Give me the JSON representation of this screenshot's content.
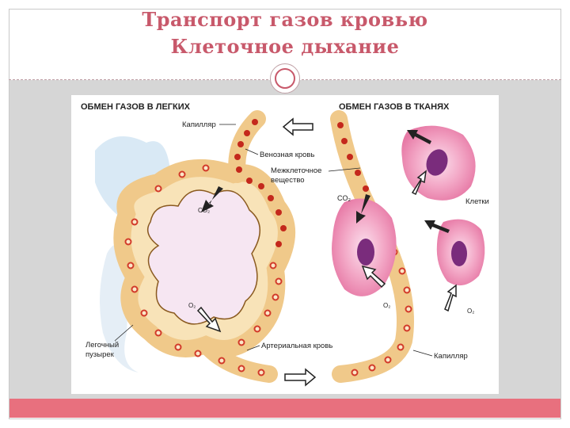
{
  "slide": {
    "title_line1": "Транспорт газов кровью",
    "title_line2": "Клеточное дыхание"
  },
  "diagram": {
    "left_heading": "ОБМЕН ГАЗОВ В ЛЕГКИХ",
    "right_heading": "ОБМЕН ГАЗОВ В ТКАНЯХ",
    "labels": {
      "capillary_top": "Капилляр",
      "venous_blood": "Венозная кровь",
      "intercellular_1": "Межклеточное",
      "intercellular_2": "вещество",
      "co2_lung": "CO₂",
      "o2_lung": "O₂",
      "co2_tissue": "CO₂",
      "o2_tissue_1": "O₂",
      "o2_tissue_2": "O₂",
      "cells": "Клетки",
      "alveolus_1": "Легочный",
      "alveolus_2": "пузырек",
      "arterial_blood": "Артериальная кровь",
      "capillary_bottom": "Капилляр"
    },
    "colors": {
      "capillary_wall": "#f0c98a",
      "capillary_fill": "#f8e3b8",
      "venous_cell": "#c4281c",
      "arterial_cell_ring": "#d23a2a",
      "alveolus_fill": "#f6e6f2",
      "lung_tissue": "#cfe3f3",
      "tissue_cell": "#ef9cbc",
      "nucleus": "#7a2c7c",
      "accent": "#c8596b",
      "band": "#e8707e"
    }
  }
}
